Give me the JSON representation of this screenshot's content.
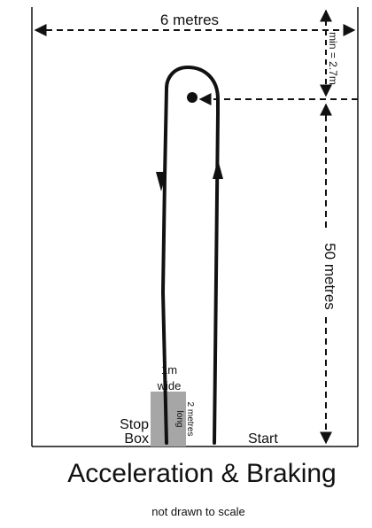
{
  "labels": {
    "width": "6 metres",
    "min_gap": "min = 2.7m",
    "length": "50 metres",
    "box_width": "1m",
    "box_width_word": "wide",
    "box_length": "2 metres",
    "box_length_word": "long",
    "stop": "Stop",
    "box": "Box",
    "start": "Start"
  },
  "title": "Acceleration & Braking",
  "footnote": "not drawn to scale",
  "colors": {
    "line": "#111111",
    "stop_box": "#a6a6a6",
    "background": "#ffffff"
  }
}
